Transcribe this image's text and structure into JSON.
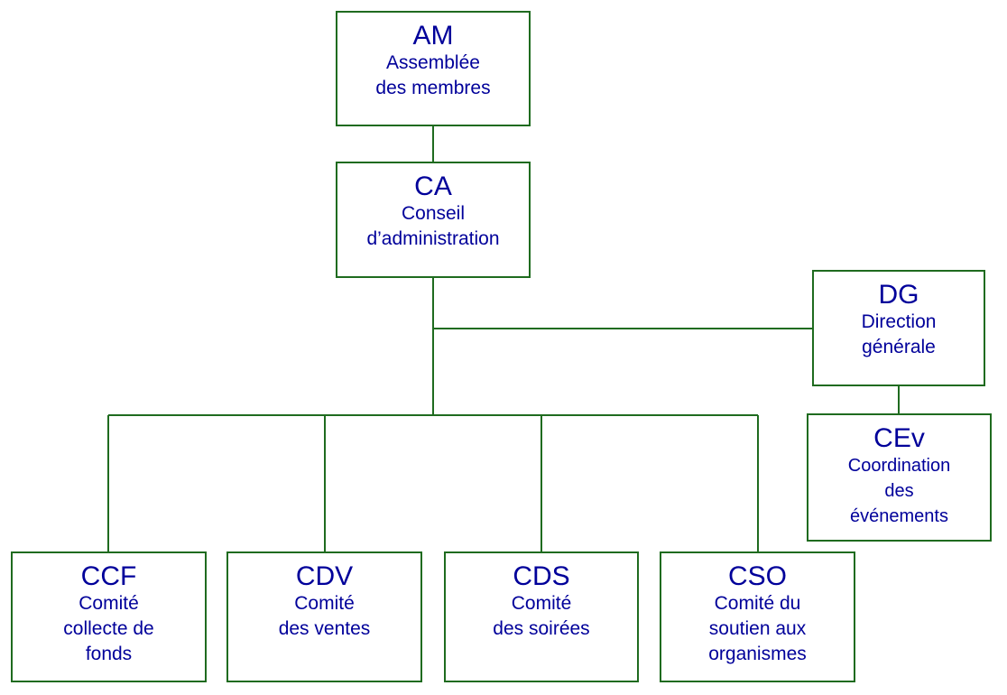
{
  "colors": {
    "border": "#1f6b1f",
    "connector": "#1f6b1f",
    "text": "#00009a",
    "background": "#ffffff"
  },
  "nodes": {
    "am": {
      "abbr": "AM",
      "name": "Assemblée\ndes membres"
    },
    "ca": {
      "abbr": "CA",
      "name": "Conseil\nd’administration"
    },
    "dg": {
      "abbr": "DG",
      "name": "Direction\ngénérale"
    },
    "cev": {
      "abbr": "CEv",
      "name": "Coordination\ndes\névénements"
    },
    "ccf": {
      "abbr": "CCF",
      "name": "Comité\ncollecte de\nfonds"
    },
    "cdv": {
      "abbr": "CDV",
      "name": "Comité\ndes ventes"
    },
    "cds": {
      "abbr": "CDS",
      "name": "Comité\ndes soirées"
    },
    "cso": {
      "abbr": "CSO",
      "name": "Comité du\nsoutien aux\norganismes"
    }
  }
}
